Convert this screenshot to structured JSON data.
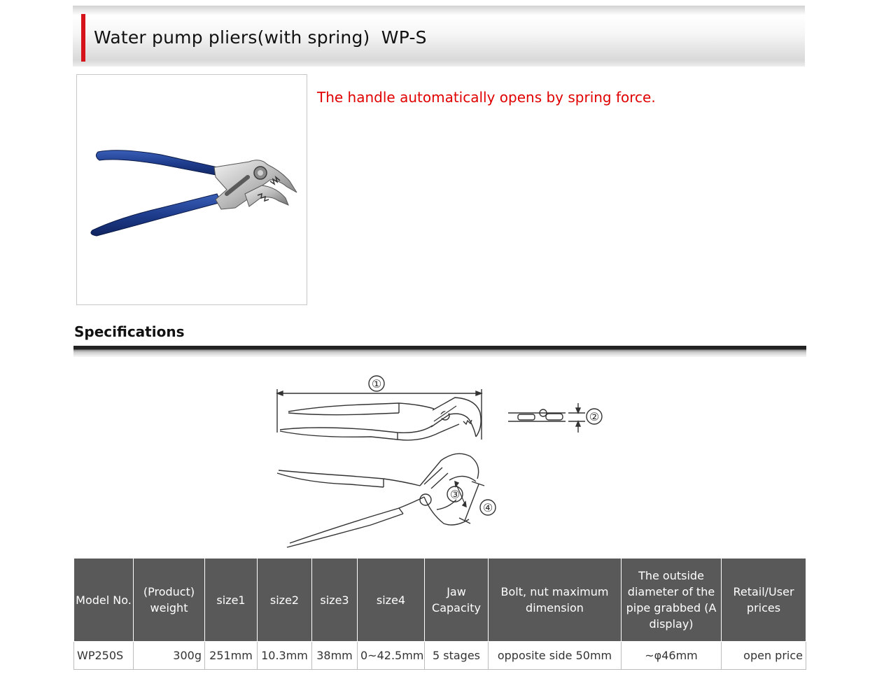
{
  "header": {
    "title": "Water pump pliers(with spring)  WP-S"
  },
  "product": {
    "tagline": "The handle automatically opens by spring force.",
    "handle_color": "#1e3c8c",
    "accent_color": "#d6121b"
  },
  "specifications": {
    "heading": "Specifications",
    "diagram_labels": [
      "①",
      "②",
      "③",
      "④"
    ],
    "columns": [
      "Model No.",
      "(Product) weight",
      "size1",
      "size2",
      "size3",
      "size4",
      "Jaw Capacity",
      "Bolt, nut maximum dimension",
      "The outside diameter of the pipe grabbed (A display)",
      "Retail/User prices"
    ],
    "rows": [
      [
        "WP250S",
        "300g",
        "251mm",
        "10.3mm",
        "38mm",
        "0~42.5mm",
        "5 stages",
        "opposite side 50mm",
        "~φ46mm",
        "open price"
      ]
    ]
  }
}
